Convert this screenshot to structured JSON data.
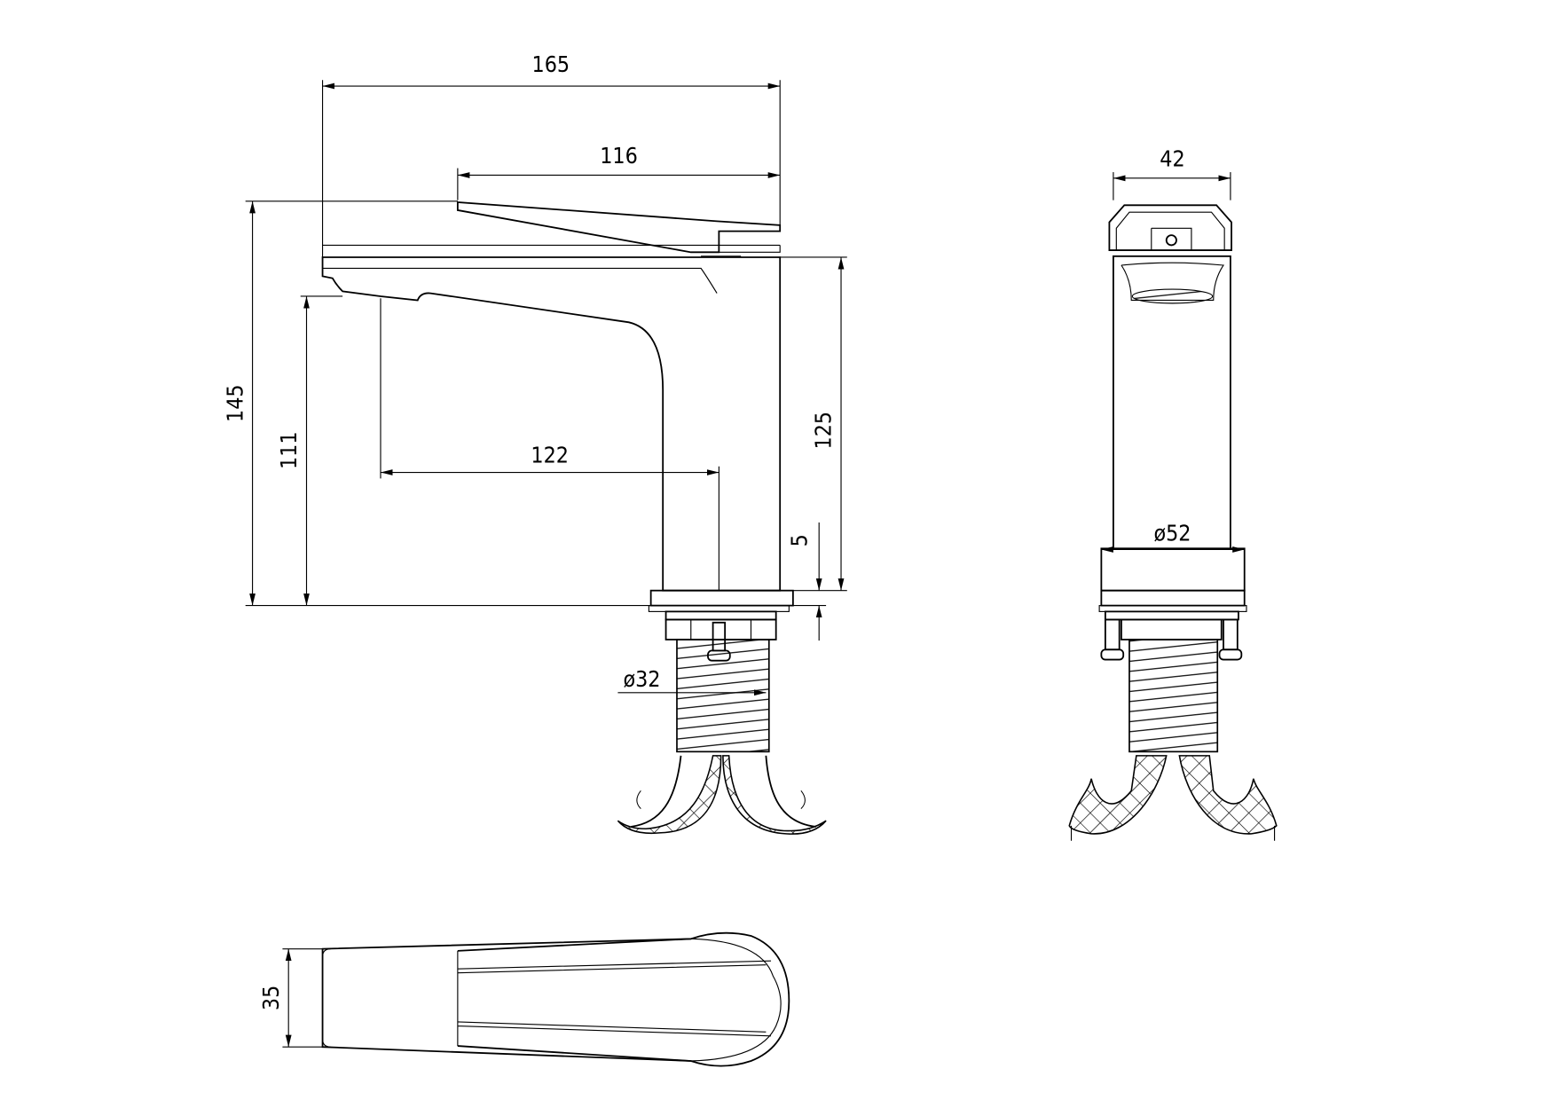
{
  "drawing": {
    "title": "Basin mixer technical drawing",
    "colors": {
      "line": "#000000",
      "background": "#ffffff"
    },
    "side_view": {
      "overall_length": "165",
      "handle_length": "116",
      "total_height": "145",
      "spout_height": "111",
      "spout_reach": "122",
      "body_height": "125",
      "base_thickness": "5",
      "shank_diameter": "ø32"
    },
    "front_view": {
      "handle_width": "42",
      "base_diameter": "ø52"
    },
    "top_view": {
      "spout_width": "35"
    }
  }
}
